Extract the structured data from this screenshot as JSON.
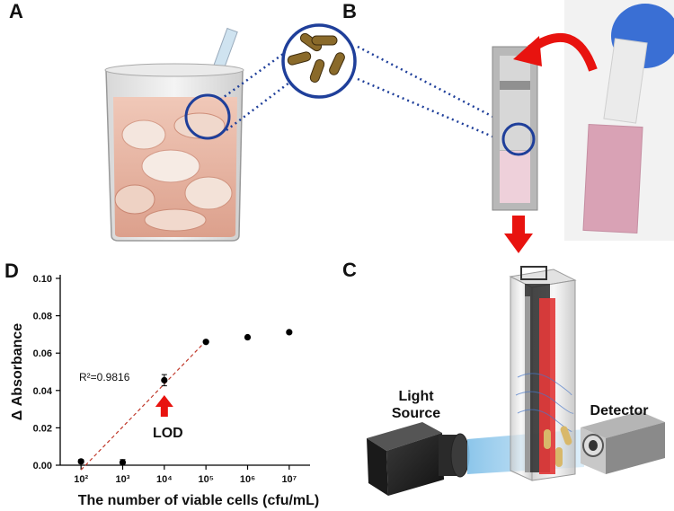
{
  "panels": {
    "a": "A",
    "b": "B",
    "c": "C",
    "d": "D"
  },
  "device": {
    "light_source_line1": "Light",
    "light_source_line2": "Source",
    "detector": "Detector"
  },
  "colors": {
    "dotted_line": "#1f3f9a",
    "circle": "#1f3f9a",
    "arrow_red": "#e8130f",
    "liquid": "#e9b8a6",
    "pink_strip": "#d9a2b5",
    "cells": "#e23a3a",
    "beam": "#9fd0f0"
  },
  "chart_data": {
    "type": "scatter",
    "xlabel": "The number of viable cells (cfu/mL)",
    "ylabel": "Δ Absorbance",
    "x_scale": "log",
    "x_tick_labels": [
      "10²",
      "10³",
      "10⁴",
      "10⁵",
      "10⁶",
      "10⁷"
    ],
    "y_tick_labels": [
      "0.00",
      "0.02",
      "0.04",
      "0.06",
      "0.08",
      "0.10"
    ],
    "ylim": [
      0,
      0.1
    ],
    "points": [
      {
        "x": 100,
        "y": 0.002,
        "err": 0.001
      },
      {
        "x": 1000,
        "y": 0.0015,
        "err": 0.0015
      },
      {
        "x": 10000,
        "y": 0.0455,
        "err": 0.003
      },
      {
        "x": 100000,
        "y": 0.066,
        "err": 0
      },
      {
        "x": 1000000,
        "y": 0.0685,
        "err": 0
      },
      {
        "x": 10000000,
        "y": 0.0712,
        "err": 0
      }
    ],
    "fit": {
      "x": [
        100,
        100000
      ],
      "y": [
        -0.0025,
        0.0665
      ],
      "style": "dashed"
    },
    "r2_label": "R²=0.9816",
    "lod_label": "LOD",
    "lod_x": 10000
  }
}
